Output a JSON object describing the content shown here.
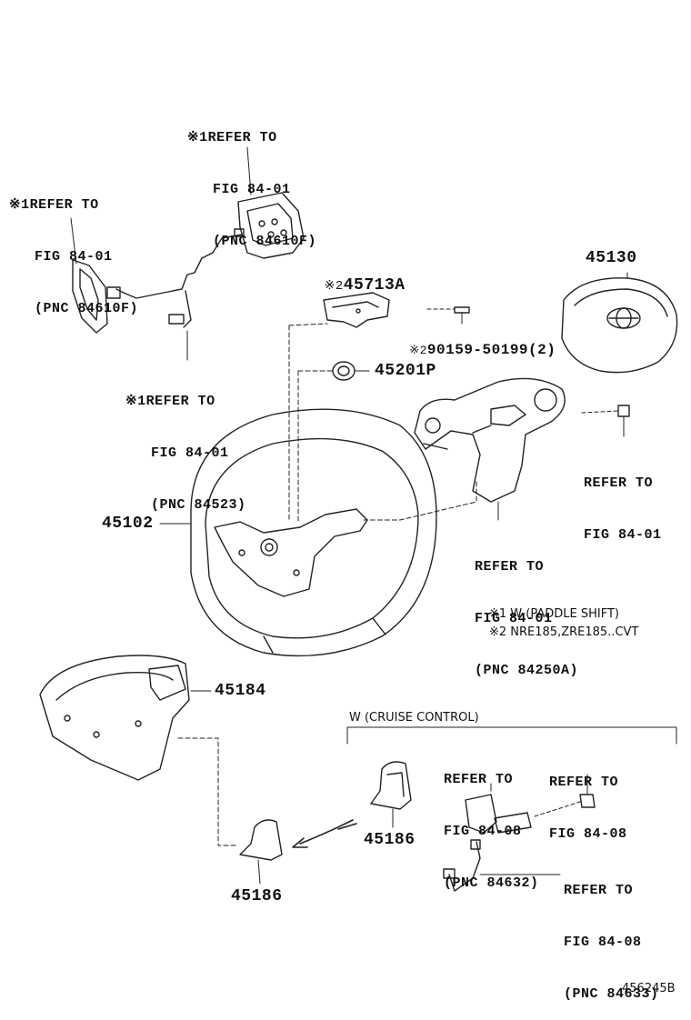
{
  "refs": {
    "r1": {
      "mark": "※1",
      "l1": "REFER TO",
      "l2": "FIG 84-01",
      "l3": "(PNC 84610F)"
    },
    "r2": {
      "mark": "※1",
      "l1": "REFER TO",
      "l2": "FIG 84-01",
      "l3": "(PNC 84610F)"
    },
    "r3": {
      "mark": "※1",
      "l1": "REFER TO",
      "l2": "FIG 84-01",
      "l3": "(PNC 84523)"
    },
    "r4": {
      "l1": "REFER TO",
      "l2": "FIG 84-01"
    },
    "r5": {
      "l1": "REFER TO",
      "l2": "FIG 84-01",
      "l3": "(PNC 84250A)"
    },
    "r6": {
      "l1": "REFER TO",
      "l2": "FIG 84-08",
      "l3": "(PNC 84632)"
    },
    "r7": {
      "l1": "REFER TO",
      "l2": "FIG 84-08"
    },
    "r8": {
      "l1": "REFER TO",
      "l2": "FIG 84-08",
      "l3": "(PNC 84633)"
    }
  },
  "parts": {
    "p45713A": {
      "mark": "※2",
      "num": "45713A"
    },
    "p90159": {
      "mark": "※2",
      "num": "90159-50199(2)"
    },
    "p45201P": "45201P",
    "p45130": "45130",
    "p45102": "45102",
    "p45184": "45184",
    "p45186a": "45186",
    "p45186b": "45186"
  },
  "notes": {
    "n1": "※1 W (PADDLE SHIFT)",
    "n2": "※2 NRE185,ZRE185..CVT",
    "cruise": "W (CRUISE CONTROL)"
  },
  "figure_id": "456245B",
  "colors": {
    "ink": "#111111",
    "background": "#ffffff"
  }
}
